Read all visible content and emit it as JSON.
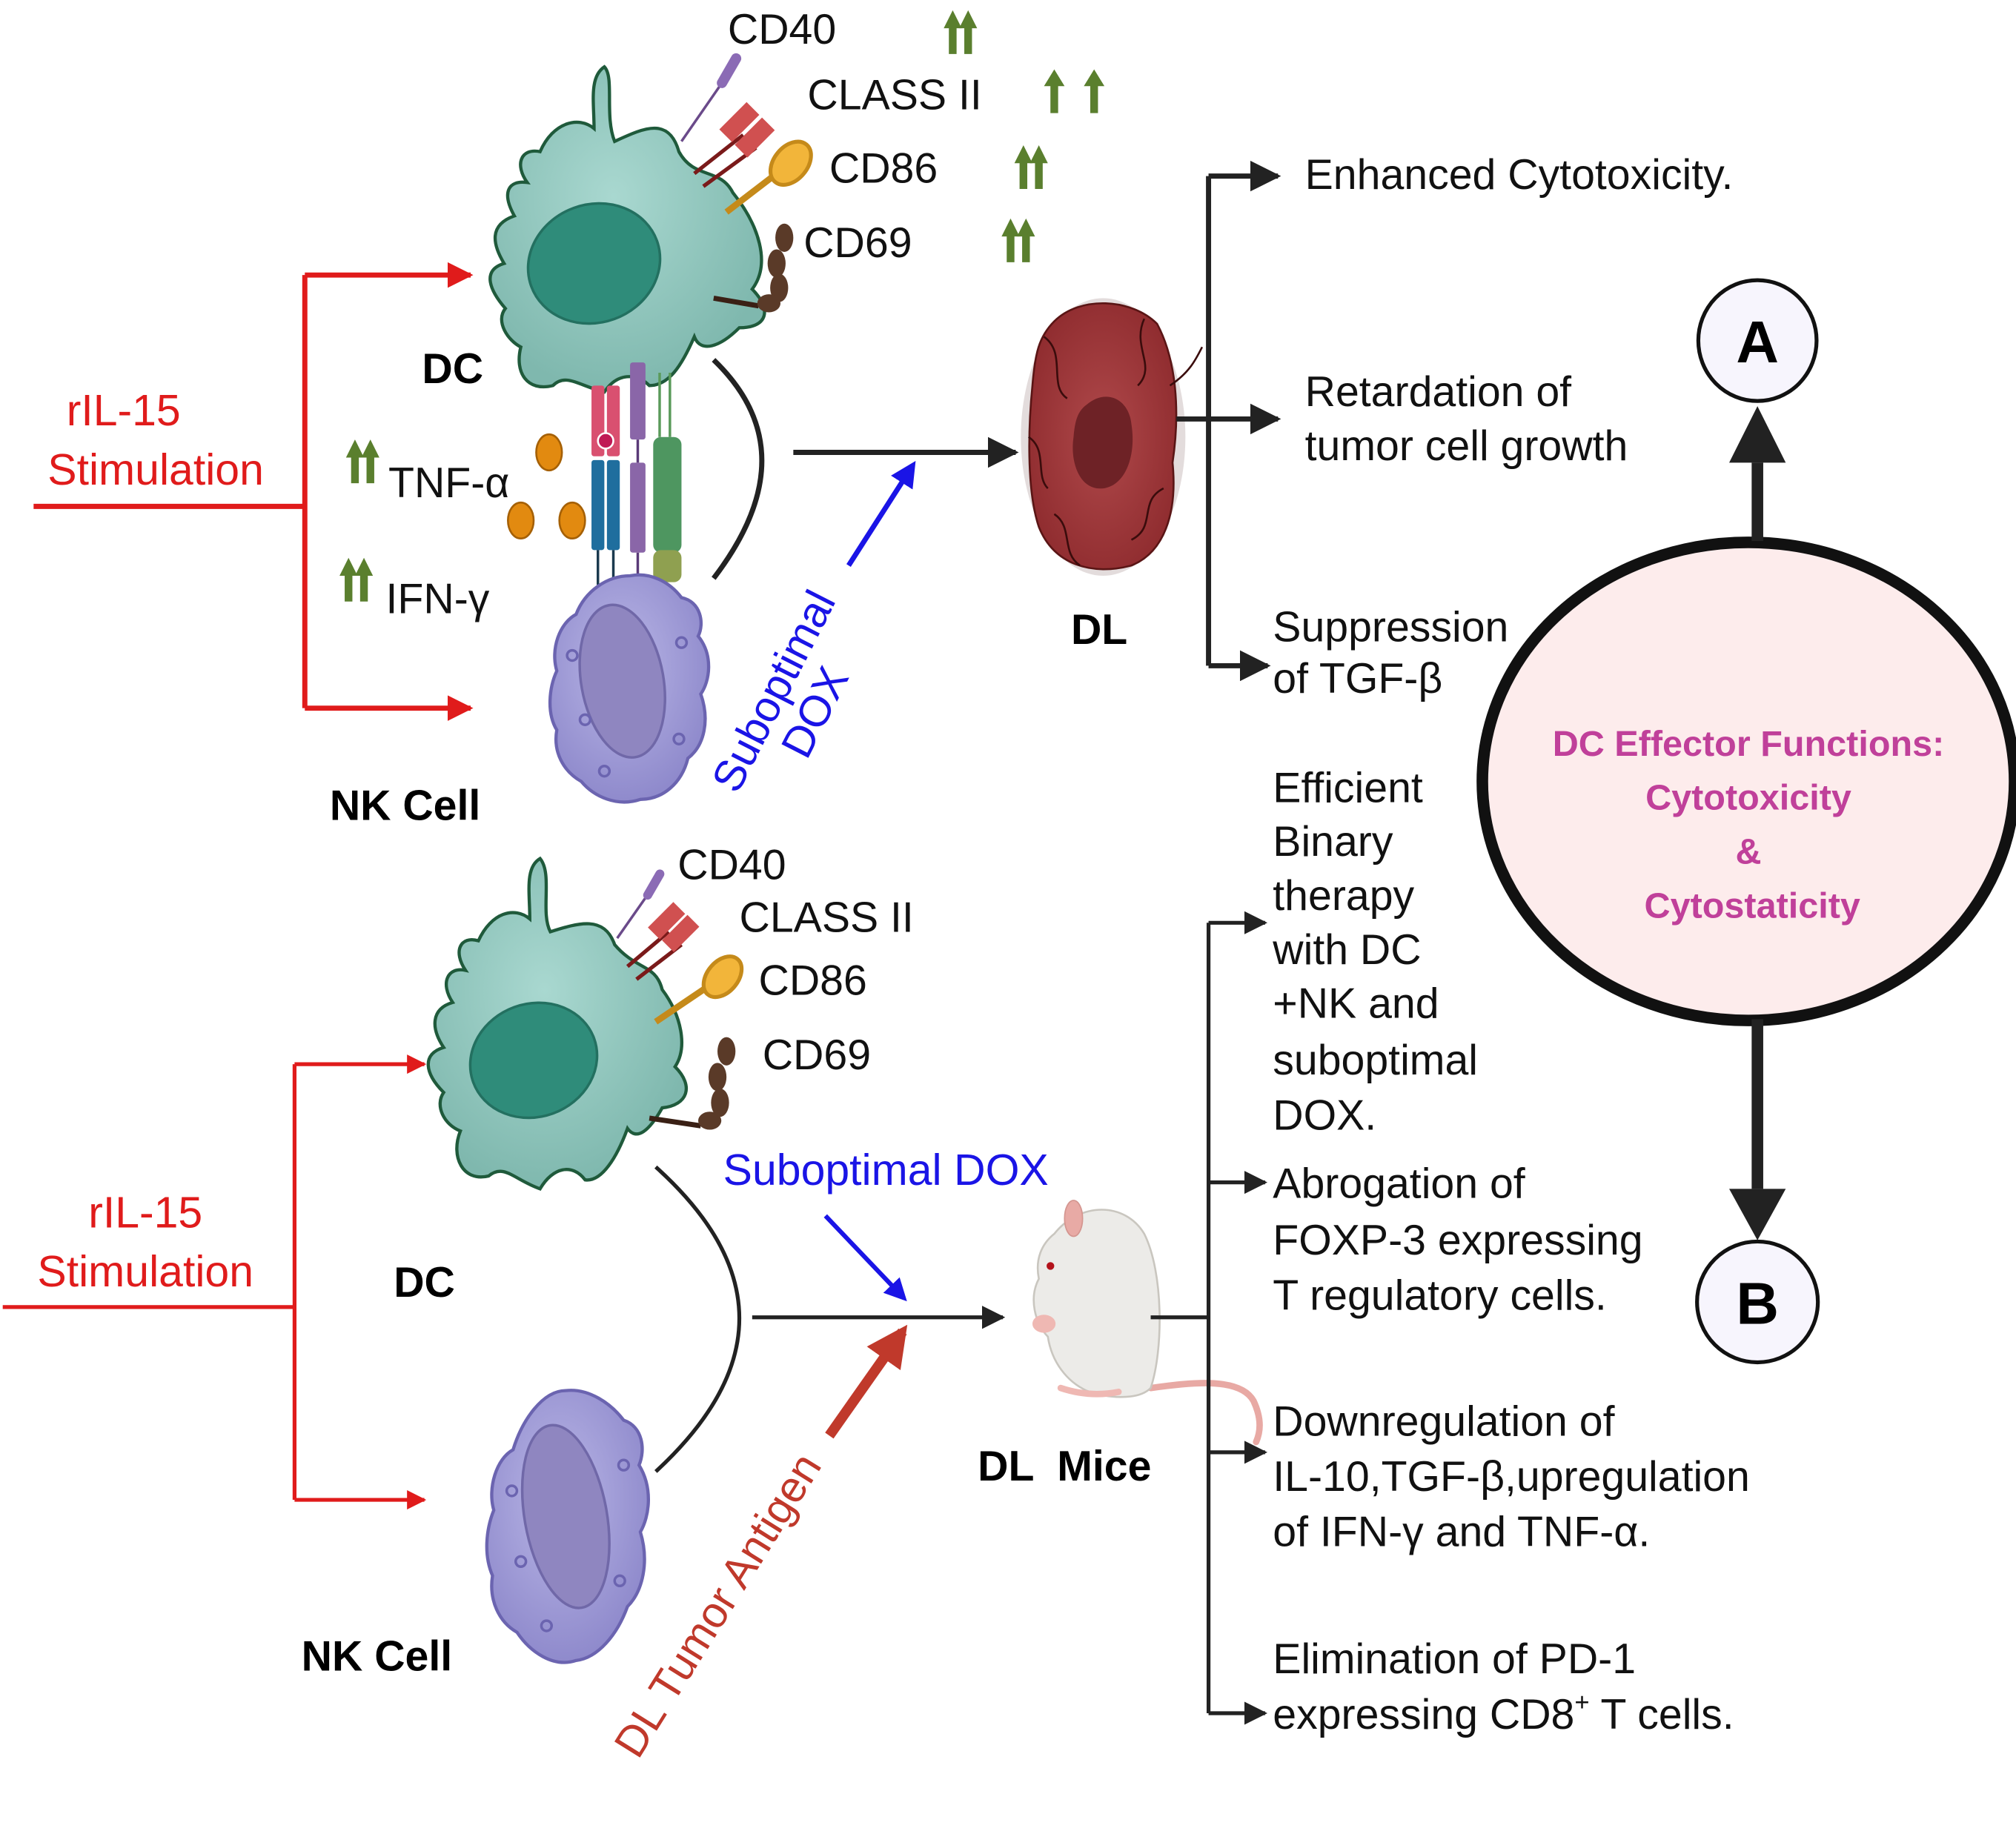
{
  "colors": {
    "stimulation_red": "#e01b1b",
    "dox_blue": "#1a14e6",
    "antigen_red": "#c0392b",
    "upregulation_green": "#5a7f2e",
    "effector_magenta": "#c0409a",
    "effector_circle_fill": "#fdecec",
    "node_fill": "#f7f5fd",
    "line_dark": "#222222"
  },
  "panel_top": {
    "stimulation": {
      "line1": "rIL-15",
      "line2": "Stimulation"
    },
    "dc_label": "DC",
    "nk_label": "NK Cell",
    "markers": [
      {
        "name": "CD40",
        "upregulation": "double-arrow-up"
      },
      {
        "name": "CLASS II",
        "upregulation": "double-arrow-up"
      },
      {
        "name": "CD86",
        "upregulation": "double-arrow-up"
      },
      {
        "name": "CD69",
        "upregulation": "double-arrow-up"
      }
    ],
    "cytokines": [
      {
        "name": "TNF-α",
        "upregulation": "double-arrow-up"
      },
      {
        "name": "IFN-γ",
        "upregulation": "double-arrow-up"
      }
    ],
    "dox_label": {
      "line1": "Suboptimal",
      "line2": "DOX"
    },
    "target_label": "DL",
    "outcomes": [
      {
        "lines": [
          "Enhanced Cytotoxicity."
        ]
      },
      {
        "lines": [
          "Retardation of",
          "tumor cell growth"
        ]
      },
      {
        "lines": [
          "Suppression",
          "of TGF-β"
        ]
      }
    ]
  },
  "panel_bottom": {
    "stimulation": {
      "line1": "rIL-15",
      "line2": "Stimulation"
    },
    "dc_label": "DC",
    "nk_label": "NK Cell",
    "markers": [
      "CD40",
      "CLASS II",
      "CD86",
      "CD69"
    ],
    "dox_label": "Suboptimal DOX",
    "antigen_label": "DL Tumor Antigen",
    "target_label": "DL  Mice",
    "outcomes": [
      {
        "lines": [
          "Efficient",
          "Binary",
          "therapy",
          "with DC",
          "+NK and",
          "suboptimal",
          "DOX."
        ]
      },
      {
        "lines": [
          "Abrogation of",
          "FOXP-3 expressing",
          "T regulatory cells."
        ]
      },
      {
        "lines": [
          "Downregulation of",
          "IL-10,TGF-β,upregulation",
          "of IFN-γ and TNF-α."
        ]
      },
      {
        "lines": [
          "Elimination of PD-1",
          "expressing CD8",
          "+",
          " T cells."
        ]
      }
    ]
  },
  "effector": {
    "line1": "DC Effector Functions:",
    "line2": "Cytotoxicity",
    "line3": "&",
    "line4": "Cytostaticity",
    "node_a": "A",
    "node_b": "B"
  }
}
